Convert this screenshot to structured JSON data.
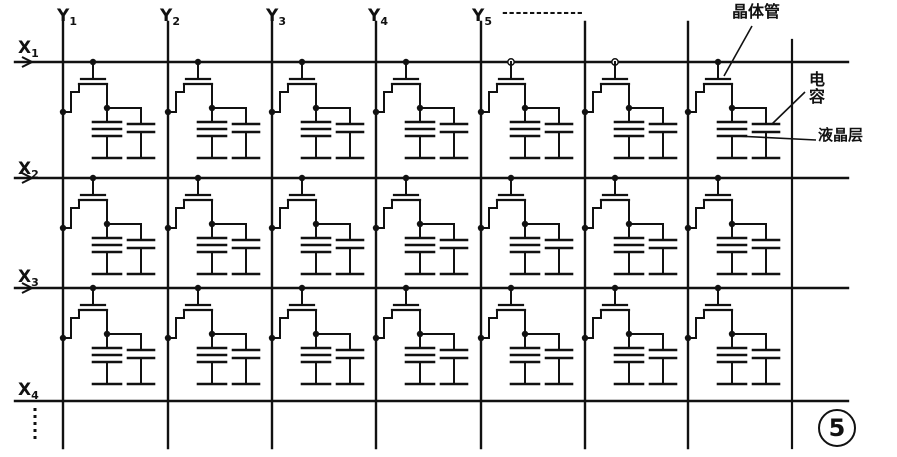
{
  "figure": {
    "column_labels": [
      {
        "letter": "Y",
        "sub": "1"
      },
      {
        "letter": "Y",
        "sub": "2"
      },
      {
        "letter": "Y",
        "sub": "3"
      },
      {
        "letter": "Y",
        "sub": "4"
      },
      {
        "letter": "Y",
        "sub": "5"
      }
    ],
    "column_label_ellipsis": "------------",
    "row_labels": [
      {
        "letter": "X",
        "sub": "1"
      },
      {
        "letter": "X",
        "sub": "2"
      },
      {
        "letter": "X",
        "sub": "3"
      },
      {
        "letter": "X",
        "sub": "4"
      }
    ],
    "annotations": {
      "transistor": "晶体管",
      "capacitor": "电容",
      "liquid_crystal_layer": "液晶层"
    },
    "figure_number": "5",
    "grid": {
      "rows": 3,
      "columns": 7
    },
    "line_color": "#111111"
  }
}
